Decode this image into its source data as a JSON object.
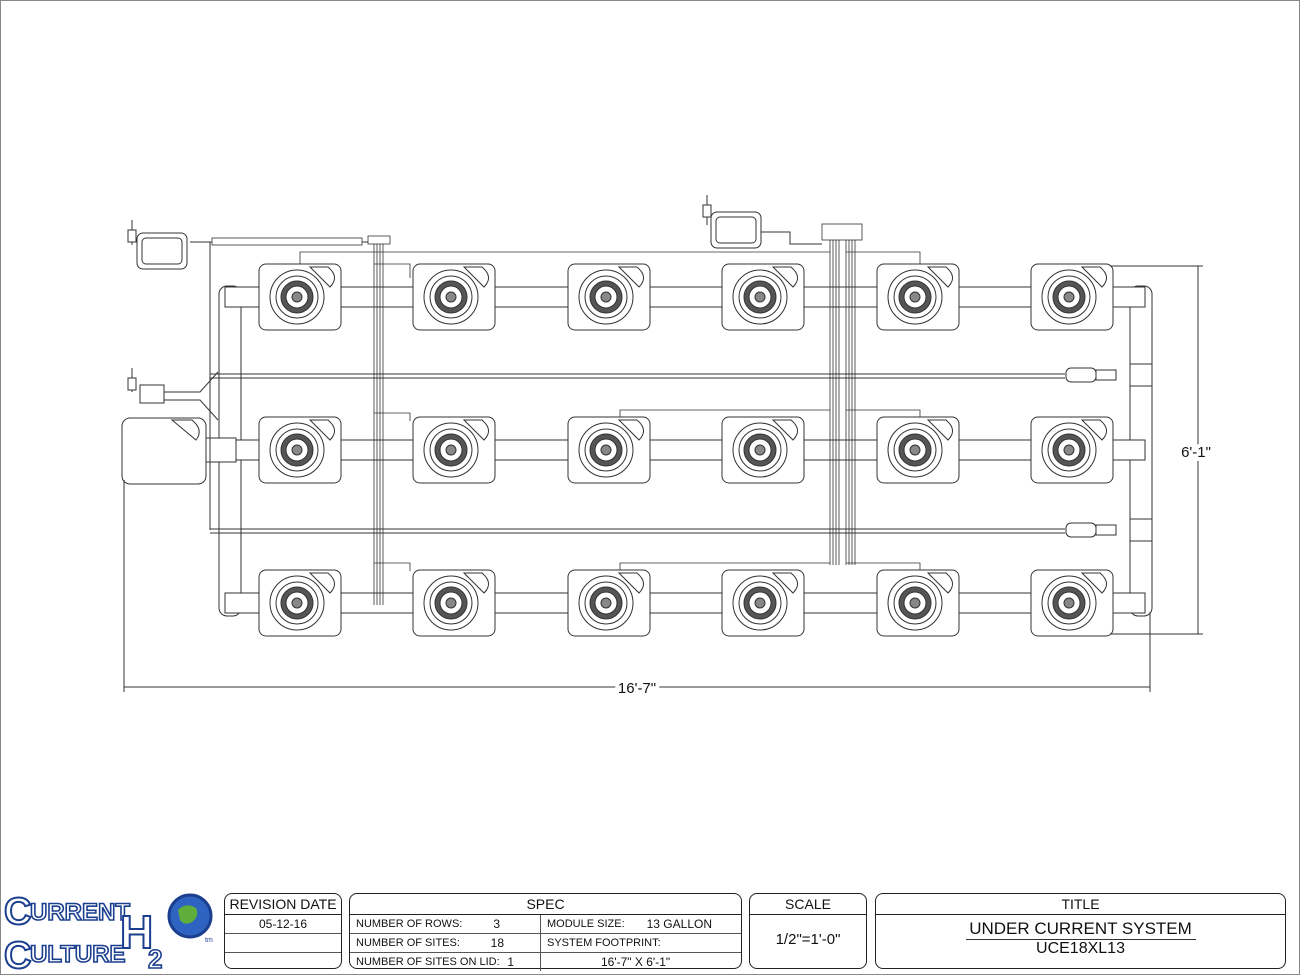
{
  "drawing": {
    "dim_width": "16'-7\"",
    "dim_height": "6'-1\"",
    "rows": 3,
    "sites_per_row": 6
  },
  "logo": {
    "line1": "URRENT",
    "line2": "ULTURE",
    "brand_mark": "H2O",
    "tm": "tm"
  },
  "title_block": {
    "revision": {
      "header": "REVISION DATE",
      "date": "05-12-16"
    },
    "spec": {
      "header": "SPEC",
      "rows_label": "NUMBER OF ROWS:",
      "rows_value": "3",
      "sites_label": "NUMBER OF SITES:",
      "sites_value": "18",
      "lid_label": "NUMBER OF SITES ON LID:",
      "lid_value": "1",
      "module_label": "MODULE SIZE:",
      "module_value": "13 GALLON",
      "footprint_label": "SYSTEM FOOTPRINT:",
      "footprint_value": "16'-7\" X 6'-1\""
    },
    "scale": {
      "header": "SCALE",
      "value": "1/2\"=1'-0\""
    },
    "title": {
      "header": "TITLE",
      "name": "UNDER CURRENT SYSTEM",
      "model": "UCE18XL13"
    }
  },
  "colors": {
    "line": "#333333",
    "fill": "#ffffff",
    "logo_blue": "#1b3f8f"
  }
}
